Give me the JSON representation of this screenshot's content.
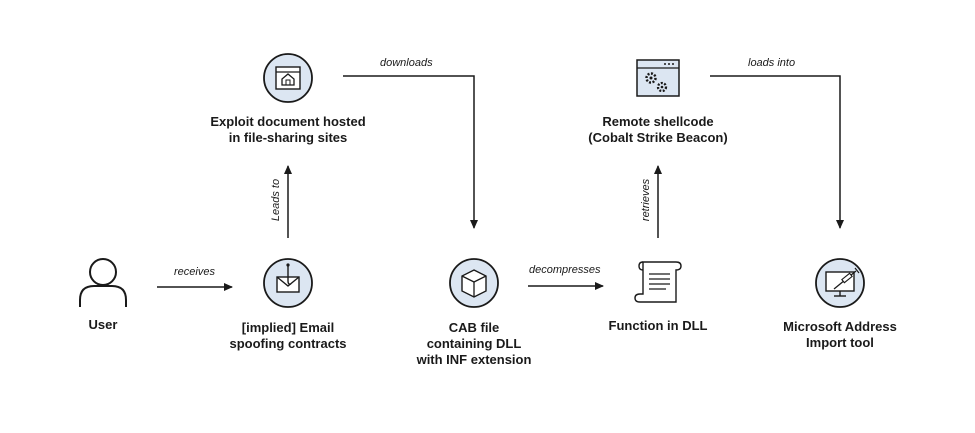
{
  "nodes": {
    "user": {
      "lines": [
        "User"
      ],
      "icon": "user-icon"
    },
    "email": {
      "lines": [
        "[implied] Email",
        "spoofing contracts"
      ],
      "icon": "email-hook-icon"
    },
    "exploit_doc": {
      "lines": [
        "Exploit document hosted",
        "in file-sharing sites"
      ],
      "icon": "browser-home-icon"
    },
    "cab_file": {
      "lines": [
        "CAB file",
        "containing DLL",
        "with INF extension"
      ],
      "icon": "package-box-icon"
    },
    "function_dll": {
      "lines": [
        "Function in DLL"
      ],
      "icon": "scroll-document-icon"
    },
    "shellcode": {
      "lines": [
        "Remote shellcode",
        "(Cobalt Strike Beacon)"
      ],
      "icon": "browser-gears-icon"
    },
    "ms_tool": {
      "lines": [
        "Microsoft Address",
        "Import tool"
      ],
      "icon": "monitor-syringe-icon"
    }
  },
  "edges": {
    "receives": "receives",
    "leads_to": "Leads to",
    "downloads": "downloads",
    "decompresses": "decompresses",
    "retrieves": "retrieves",
    "loads_into": "loads into"
  },
  "colors": {
    "icon_fill": "#dce6f2",
    "stroke": "#1a1a1a"
  }
}
